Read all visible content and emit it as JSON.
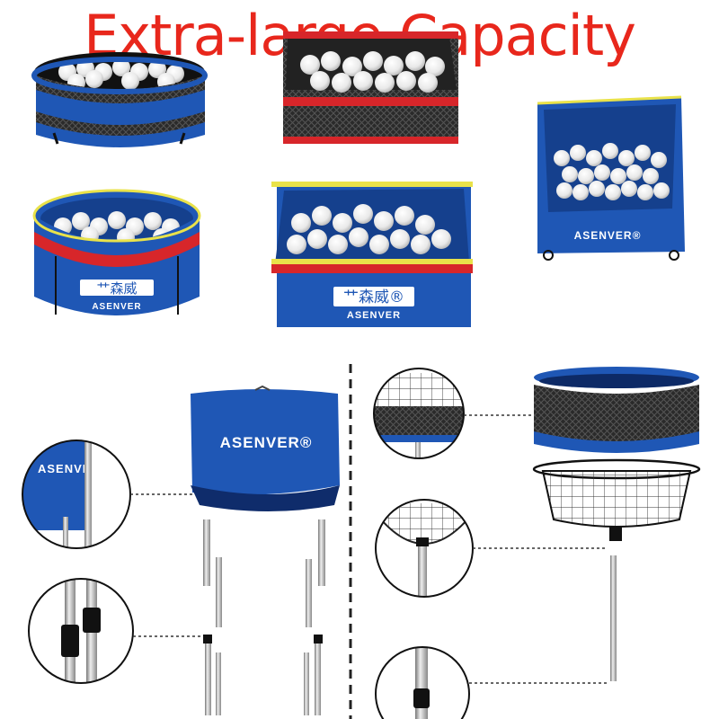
{
  "headline": "Extra-large Capacity",
  "brand": {
    "name": "ASENVER",
    "name_with_mark": "ASENVER®",
    "logo_cn": "艹森威",
    "logo_cn_mark": "艹森威®"
  },
  "colors": {
    "headline": "#e8271c",
    "bag_blue": "#1f57b5",
    "bag_dark_blue": "#123a85",
    "trim_red": "#d7262a",
    "trim_yellow": "#e9e24a",
    "mesh_dark": "#1a1a1a",
    "ball_white": "#f4f4f4"
  },
  "products": [
    {
      "name": "round-mesh-basket-large",
      "style": "black mesh, blue band"
    },
    {
      "name": "square-mesh-basket",
      "style": "black mesh, red trim"
    },
    {
      "name": "square-fabric-bin",
      "style": "blue fabric, yellow trim"
    },
    {
      "name": "round-fabric-bin",
      "style": "blue fabric, red/yellow trim"
    },
    {
      "name": "square-fabric-bin-open",
      "style": "blue fabric, red/yellow trim"
    }
  ],
  "detail_views": [
    {
      "name": "fabric-corner-detail"
    },
    {
      "name": "pole-joint-detail"
    },
    {
      "name": "mesh-rim-detail"
    },
    {
      "name": "wire-basket-detail"
    },
    {
      "name": "pole-base-detail"
    }
  ]
}
